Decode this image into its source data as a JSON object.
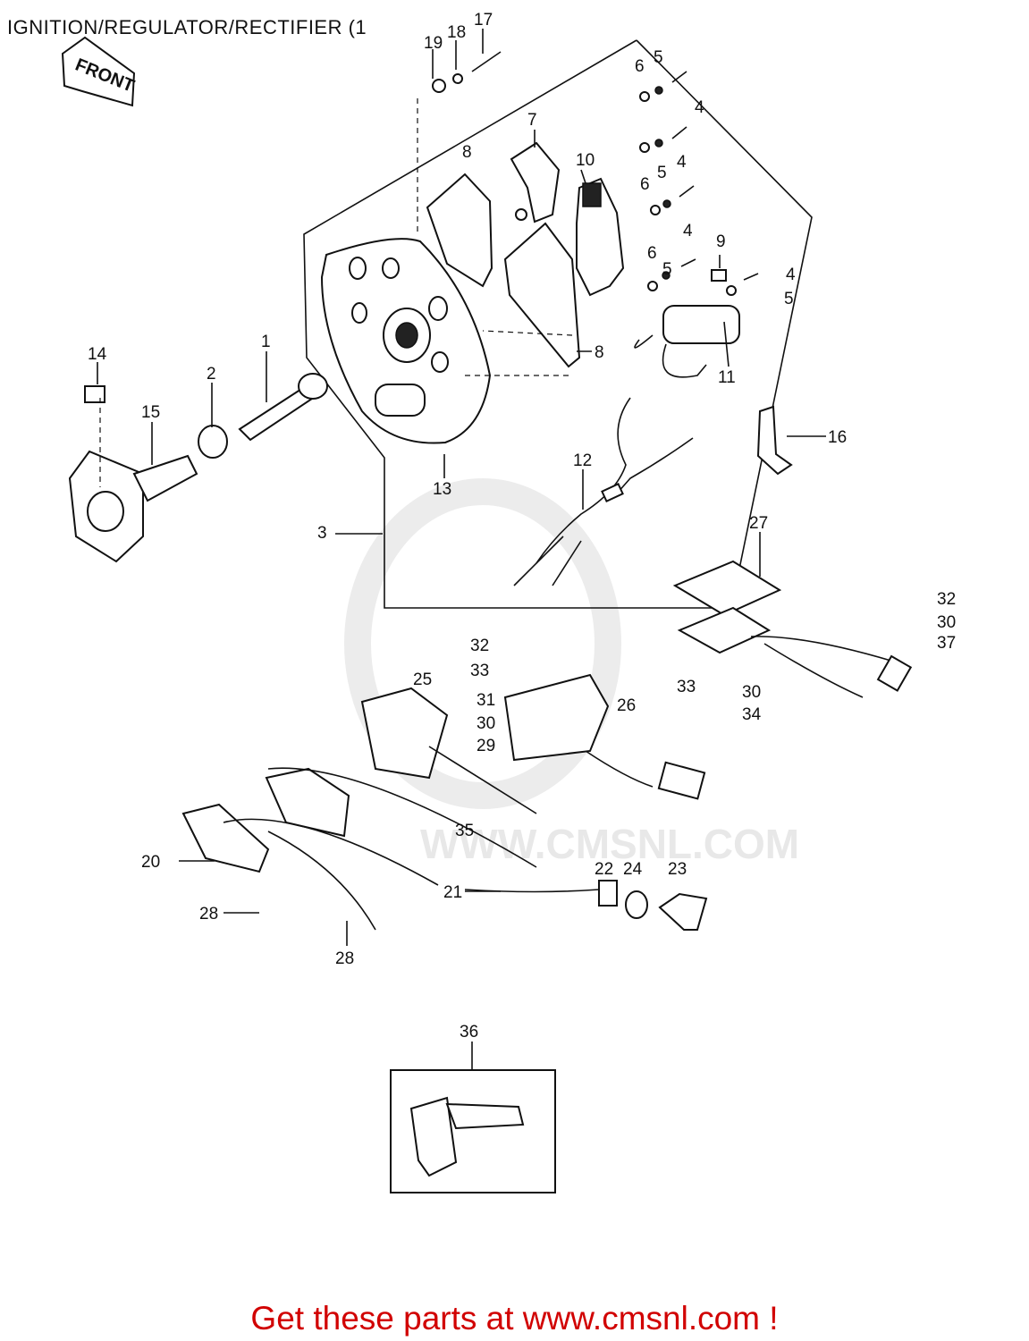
{
  "title": "IGNITION/REGULATOR/RECTIFIER (1",
  "front_label": "FRONT",
  "watermark": "WWW.CMSNL.COM",
  "footer": "Get these parts at www.cmsnl.com !",
  "callouts": {
    "c1": "1",
    "c2": "2",
    "c3": "3",
    "c4a": "4",
    "c4b": "4",
    "c4c": "4",
    "c4d": "4",
    "c5a": "5",
    "c5b": "5",
    "c5c": "5",
    "c5d": "5",
    "c6a": "6",
    "c6b": "6",
    "c6c": "6",
    "c7": "7",
    "c8a": "8",
    "c8b": "8",
    "c9": "9",
    "c10": "10",
    "c11": "11",
    "c12": "12",
    "c13": "13",
    "c14": "14",
    "c15": "15",
    "c16": "16",
    "c17": "17",
    "c18": "18",
    "c19": "19",
    "c20": "20",
    "c21": "21",
    "c22": "22",
    "c23": "23",
    "c24": "24",
    "c25": "25",
    "c26": "26",
    "c27": "27",
    "c28a": "28",
    "c28b": "28",
    "c29": "29",
    "c30a": "30",
    "c30b": "30",
    "c30c": "30",
    "c31": "31",
    "c32a": "32",
    "c32b": "32",
    "c33a": "33",
    "c33b": "33",
    "c34": "34",
    "c35": "35",
    "c36": "36",
    "c37": "37"
  }
}
